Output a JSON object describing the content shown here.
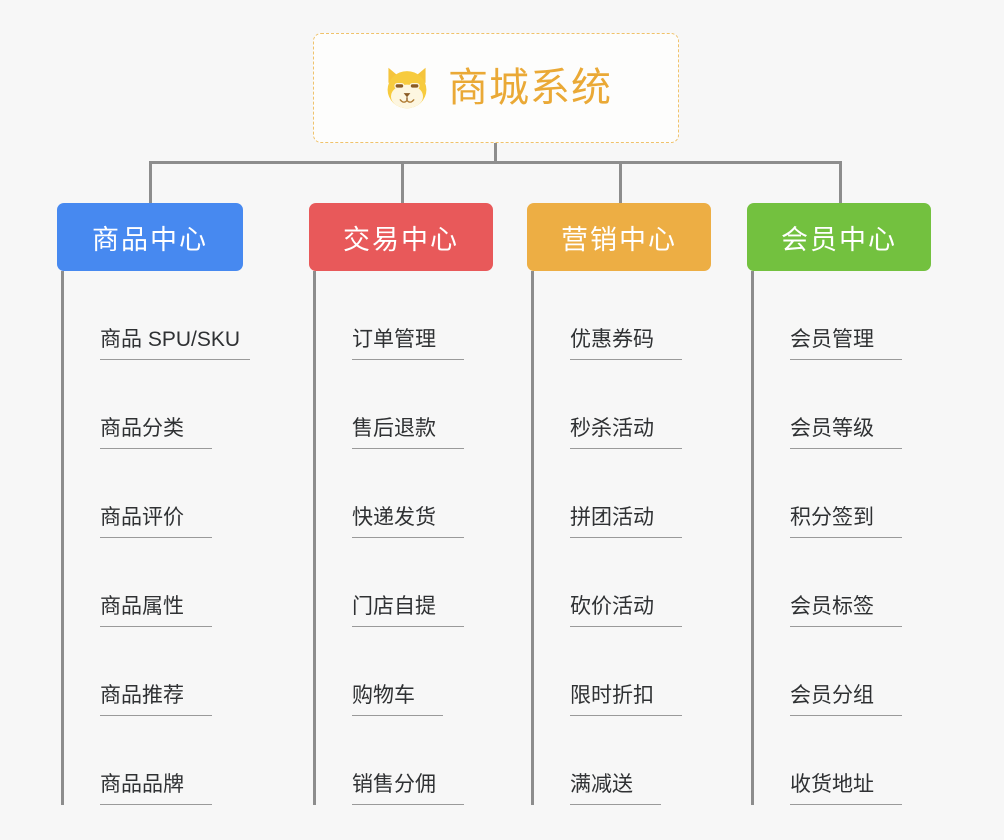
{
  "page": {
    "background_color": "#f7f7f7",
    "type": "mind-map",
    "title": "商城系统"
  },
  "root": {
    "label": "商城系统",
    "icon": "shiba-dog-face-icon",
    "text_color": "#eaa936",
    "border_color": "#f0c26a",
    "background_color": "#fdfdfc"
  },
  "connectors": {
    "color": "#8d8d8d"
  },
  "columns": [
    {
      "id": "product-center",
      "label": "商品中心",
      "color": "#4789f0",
      "items": [
        {
          "label": "商品 SPU/SKU"
        },
        {
          "label": "商品分类"
        },
        {
          "label": "商品评价"
        },
        {
          "label": "商品属性"
        },
        {
          "label": "商品推荐"
        },
        {
          "label": "商品品牌"
        }
      ]
    },
    {
      "id": "trade-center",
      "label": "交易中心",
      "color": "#e8595a",
      "items": [
        {
          "label": "订单管理"
        },
        {
          "label": "售后退款"
        },
        {
          "label": "快递发货"
        },
        {
          "label": "门店自提"
        },
        {
          "label": "购物车"
        },
        {
          "label": "销售分佣"
        }
      ]
    },
    {
      "id": "marketing-center",
      "label": "营销中心",
      "color": "#edae44",
      "items": [
        {
          "label": "优惠券码"
        },
        {
          "label": "秒杀活动"
        },
        {
          "label": "拼团活动"
        },
        {
          "label": "砍价活动"
        },
        {
          "label": "限时折扣"
        },
        {
          "label": "满减送"
        }
      ]
    },
    {
      "id": "member-center",
      "label": "会员中心",
      "color": "#73c13f",
      "items": [
        {
          "label": "会员管理"
        },
        {
          "label": "会员等级"
        },
        {
          "label": "积分签到"
        },
        {
          "label": "会员标签"
        },
        {
          "label": "会员分组"
        },
        {
          "label": "收货地址"
        }
      ]
    }
  ]
}
